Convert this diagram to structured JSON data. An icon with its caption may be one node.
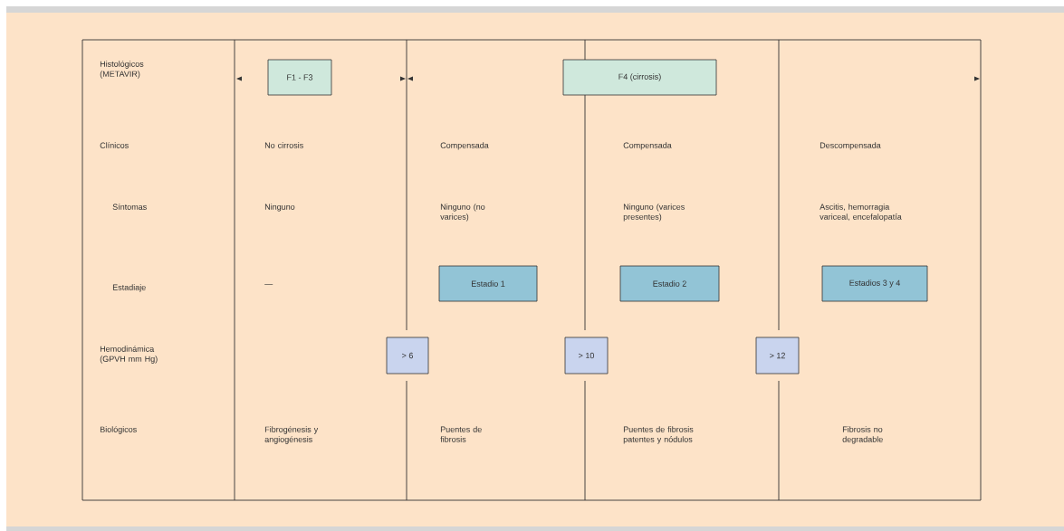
{
  "diagram": {
    "nodes": [
      {
        "text": [
          "F1 - F3"
        ]
      },
      {
        "text": [
          "F4 (cirrosis)"
        ]
      },
      {
        "text": [
          "Estadio 1"
        ]
      },
      {
        "text": [
          "Estadio 2"
        ]
      },
      {
        "text": [
          "Estadios 3 y 4"
        ]
      },
      {
        "text": [
          "> 6"
        ]
      },
      {
        "text": [
          "> 10"
        ]
      },
      {
        "text": [
          "> 12"
        ]
      }
    ],
    "labels": [
      "Histológicos (METAVIR)",
      "Clínicos",
      "No cirrosis",
      "Compensada",
      "Compensada",
      "Descompensada",
      "Síntomas",
      "Ninguno",
      "Ninguno (no varices)",
      "Ninguno (varices presentes)",
      "Ascitis, hemorragia variceal, encefalopatía",
      "Estadiaje",
      "—",
      "Hemodinámica (GPVH mm Hg)",
      "Biológicos",
      "Fibrogénesis y angiogénesis",
      "Puentes de fibrosis",
      "Puentes de fibrosis patentes y nódulos",
      "Fibrosis no degradable"
    ]
  }
}
